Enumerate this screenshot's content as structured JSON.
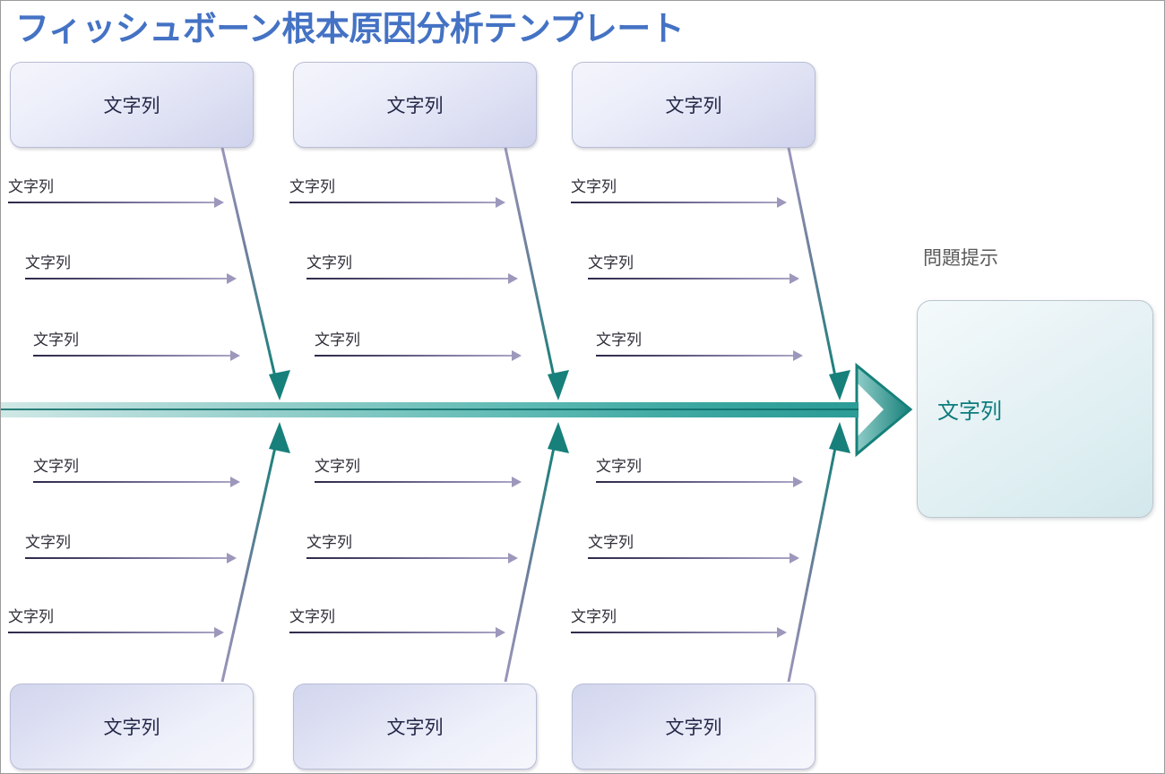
{
  "document": {
    "title": "フィッシュボーン根本原因分析テンプレート",
    "title_color": "#4472C4",
    "background": "#ffffff"
  },
  "problem": {
    "label": "問題提示",
    "text": "文字列",
    "text_color": "#0d7c7c"
  },
  "spine": {
    "color_start": "#cfe8e6",
    "color_end": "#2b9c96",
    "arrow_color": "#17807a"
  },
  "categories": [
    {
      "position": "top-left",
      "box_label": "文字列",
      "causes": [
        {
          "label": "文字列"
        },
        {
          "label": "文字列"
        },
        {
          "label": "文字列"
        }
      ]
    },
    {
      "position": "top-center",
      "box_label": "文字列",
      "causes": [
        {
          "label": "文字列"
        },
        {
          "label": "文字列"
        },
        {
          "label": "文字列"
        }
      ]
    },
    {
      "position": "top-right",
      "box_label": "文字列",
      "causes": [
        {
          "label": "文字列"
        },
        {
          "label": "文字列"
        },
        {
          "label": "文字列"
        }
      ]
    },
    {
      "position": "bottom-left",
      "box_label": "文字列",
      "causes": [
        {
          "label": "文字列"
        },
        {
          "label": "文字列"
        },
        {
          "label": "文字列"
        }
      ]
    },
    {
      "position": "bottom-center",
      "box_label": "文字列",
      "causes": [
        {
          "label": "文字列"
        },
        {
          "label": "文字列"
        },
        {
          "label": "文字列"
        }
      ]
    },
    {
      "position": "bottom-right",
      "box_label": "文字列",
      "causes": [
        {
          "label": "文字列"
        },
        {
          "label": "文字列"
        },
        {
          "label": "文字列"
        }
      ]
    }
  ],
  "colors": {
    "box_border": "#b9bdd6",
    "box_text": "#232747",
    "cause_line_dark": "#2e2a49",
    "cause_line_light": "#a9a5c4",
    "bone_top": "#8a86ad",
    "bone_bottom": "#17807a"
  }
}
